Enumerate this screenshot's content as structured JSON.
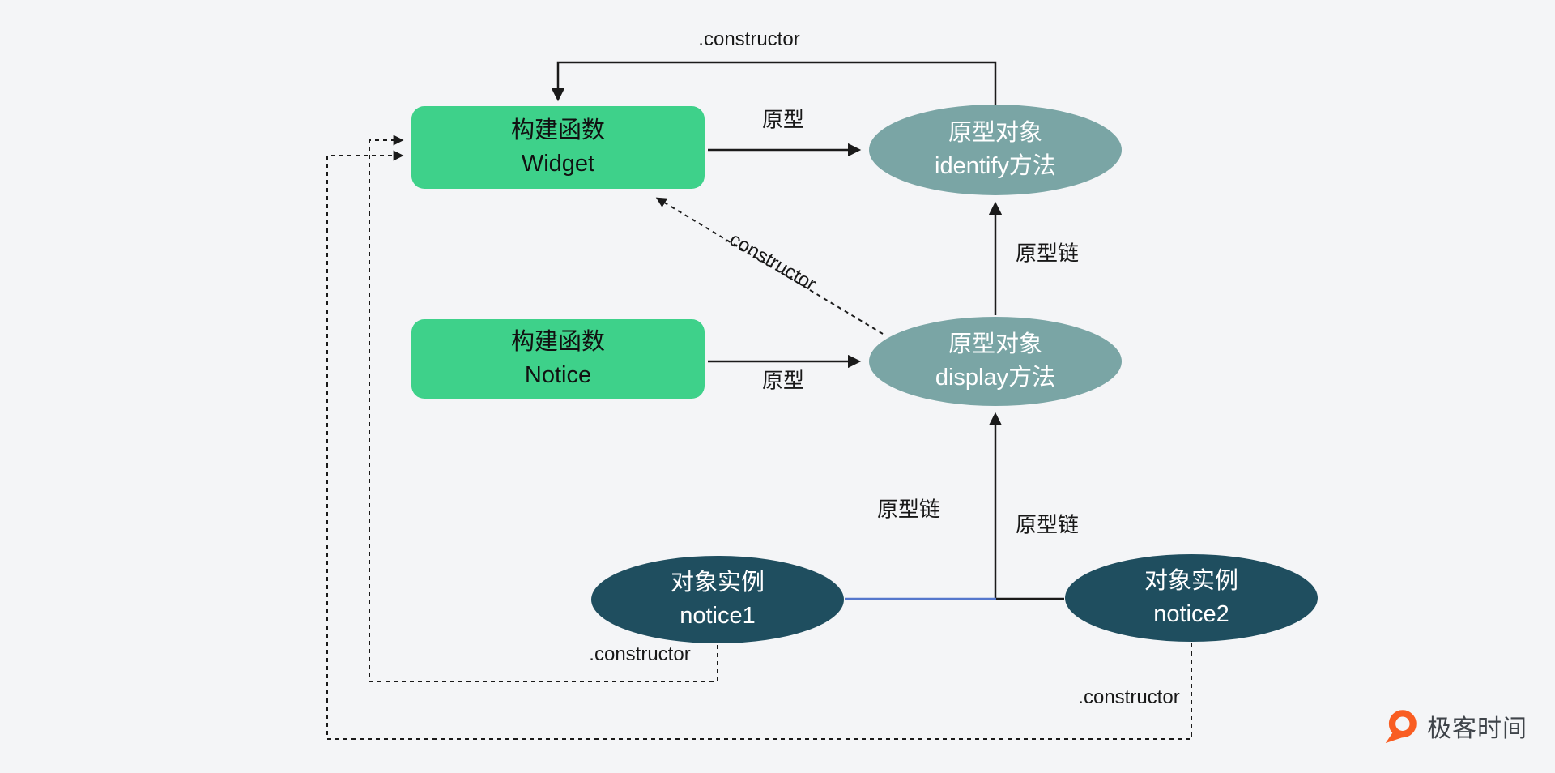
{
  "colors": {
    "background": "#f4f5f7",
    "constructor_box_green": "#3ed18a",
    "prototype_ellipse_sage": "#7aa5a5",
    "instance_ellipse_dark_teal": "#1f4e5f",
    "line_black": "#1a1a1a",
    "instance_link_blue": "#5577cc",
    "logo_orange": "#f95d22",
    "node_text_dark": "#111111",
    "node_text_light": "#ffffff"
  },
  "nodes": {
    "widget": {
      "line1": "构建函数",
      "line2": "Widget"
    },
    "notice": {
      "line1": "构建函数",
      "line2": "Notice"
    },
    "identify": {
      "line1": "原型对象",
      "line2": "identify方法"
    },
    "display": {
      "line1": "原型对象",
      "line2": "display方法"
    },
    "notice1": {
      "line1": "对象实例",
      "line2": "notice1"
    },
    "notice2": {
      "line1": "对象实例",
      "line2": "notice2"
    }
  },
  "labels": {
    "constructor_top": ".constructor",
    "prototype_widget": "原型",
    "prototype_notice": "原型",
    "chain_display_identify": "原型链",
    "chain_notice1": "原型链",
    "chain_notice2": "原型链",
    "constructor_diagonal": ".constructor",
    "constructor_notice1": ".constructor",
    "constructor_notice2": ".constructor"
  },
  "logo": {
    "text": "极客时间"
  }
}
